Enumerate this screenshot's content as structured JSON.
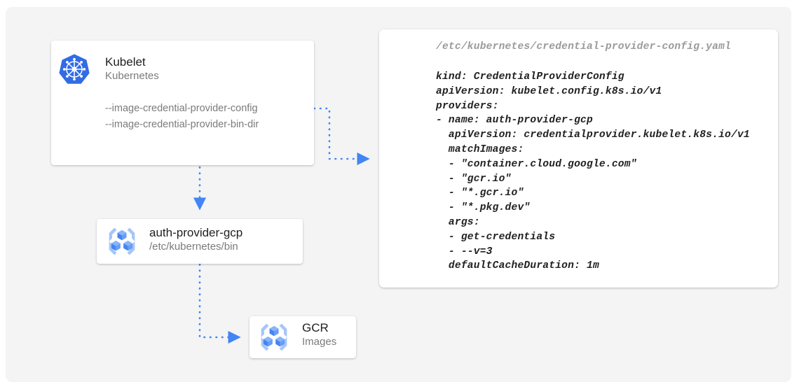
{
  "canvas": {
    "background_color": "#f4f4f5",
    "page_background": "#ffffff"
  },
  "colors": {
    "accent_blue": "#4285f4",
    "kubernetes_blue": "#326ce5",
    "icon_light_blue": "#8ab4f8",
    "title_text": "#202124",
    "muted_text": "#7b7b7b",
    "code_text": "#212121",
    "code_path_text": "#9b9b9b"
  },
  "nodes": {
    "kubelet": {
      "icon": "kubernetes-logo-icon",
      "title": "Kubelet",
      "subtitle": "Kubernetes",
      "flags": [
        "--image-credential-provider-config",
        "--image-credential-provider-bin-dir"
      ]
    },
    "auth_provider": {
      "icon": "container-registry-icon",
      "title": "auth-provider-gcp",
      "subtitle": "/etc/kubernetes/bin"
    },
    "gcr": {
      "icon": "container-registry-icon",
      "title": "GCR",
      "subtitle": "Images"
    },
    "yaml": {
      "path": "/etc/kubernetes/credential-provider-config.yaml",
      "code": "kind: CredentialProviderConfig\napiVersion: kubelet.config.k8s.io/v1\nproviders:\n- name: auth-provider-gcp\n  apiVersion: credentialprovider.kubelet.k8s.io/v1\n  matchImages:\n  - \"container.cloud.google.com\"\n  - \"gcr.io\"\n  - \"*.gcr.io\"\n  - \"*.pkg.dev\"\n  args:\n  - get-credentials\n  - --v=3\n  defaultCacheDuration: 1m"
    }
  },
  "connectors": [
    {
      "name": "kubelet-config-to-yaml",
      "from": "kubelet-flag-config",
      "to": "yaml-card",
      "style": "dotted-arrow"
    },
    {
      "name": "kubelet-to-auth-provider",
      "from": "kubelet-card",
      "to": "auth-provider-card",
      "style": "dotted-arrow"
    },
    {
      "name": "auth-provider-to-gcr",
      "from": "auth-provider-card",
      "to": "gcr-card",
      "style": "dotted-arrow"
    }
  ]
}
